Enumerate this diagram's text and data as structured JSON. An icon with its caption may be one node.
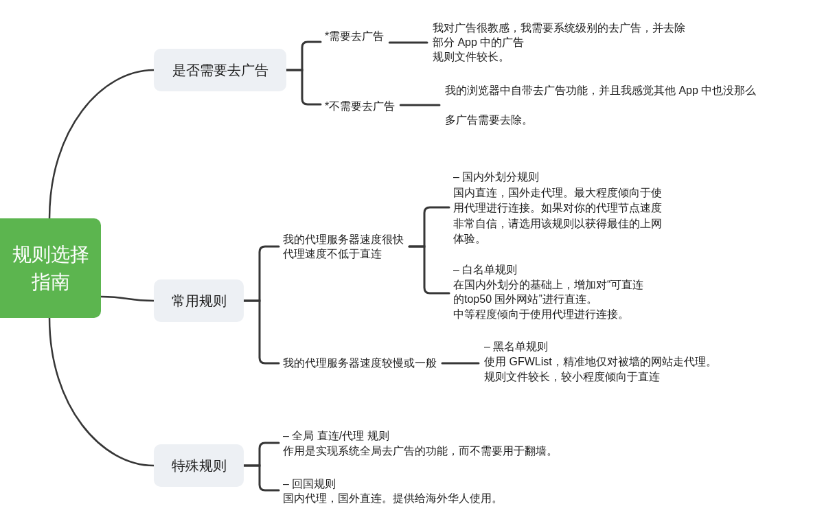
{
  "diagram": {
    "nodes": [
      {
        "text": [
          "规则选择指南"
        ]
      },
      {
        "text": [
          "是否需要去广告"
        ]
      },
      {
        "text": [
          "*需要去广告"
        ]
      },
      {
        "text": [
          "我对广告很教感，我需要系统级别的去广告，并去除部分 App 中的广告",
          "规则文件较长。"
        ]
      },
      {
        "text": [
          "*不需要去广告"
        ]
      },
      {
        "text": [
          "我的浏览器中自带去广告功能，并且我感觉其他 App 中也没那么多广告需要去除。"
        ]
      },
      {
        "text": [
          "常用规则"
        ]
      },
      {
        "text": [
          "我的代理服务器速度很快",
          "代理速度不低于直连"
        ]
      },
      {
        "text": [
          "– 国内外划分规则",
          "国内直连，国外走代理。最大程度倾向于使用代理进行连接。如果对你的代理节点速度非常自信，请选用该规则以获得最佳的上网体验。"
        ]
      },
      {
        "text": [
          "– 白名单规则",
          "在国内外划分的基础上，增加对“可直连的top50 国外网站”进行直连。",
          "中等程度倾向于使用代理进行连接。"
        ]
      },
      {
        "text": [
          "我的代理服务器速度较慢或一般"
        ]
      },
      {
        "text": [
          "– 黑名单规则",
          "使用 GFWList，精准地仅对被墙的网站走代理。",
          "规则文件较长，较小程度倾向于直连"
        ]
      },
      {
        "text": [
          "特殊规则"
        ]
      },
      {
        "text": [
          "– 全局 直连/代理 规则",
          "作用是实现系统全局去广告的功能，而不需要用于翻墙。"
        ]
      },
      {
        "text": [
          "– 回国规则",
          "国内代理，国外直连。提供给海外华人使用。"
        ]
      }
    ],
    "edges": [
      {
        "from": 0,
        "to": 1,
        "arrow": "none"
      },
      {
        "from": 0,
        "to": 6,
        "arrow": "none"
      },
      {
        "from": 0,
        "to": 12,
        "arrow": "none"
      },
      {
        "from": 1,
        "to": 2,
        "arrow": "none"
      },
      {
        "from": 1,
        "to": 4,
        "arrow": "none"
      },
      {
        "from": 2,
        "to": 3,
        "arrow": "none"
      },
      {
        "from": 4,
        "to": 5,
        "arrow": "none"
      },
      {
        "from": 6,
        "to": 7,
        "arrow": "none"
      },
      {
        "from": 6,
        "to": 10,
        "arrow": "none"
      },
      {
        "from": 7,
        "to": 8,
        "arrow": "none"
      },
      {
        "from": 7,
        "to": 9,
        "arrow": "none"
      },
      {
        "from": 10,
        "to": 11,
        "arrow": "none"
      },
      {
        "from": 12,
        "to": 13,
        "arrow": "none"
      },
      {
        "from": 12,
        "to": 14,
        "arrow": "none"
      }
    ]
  }
}
